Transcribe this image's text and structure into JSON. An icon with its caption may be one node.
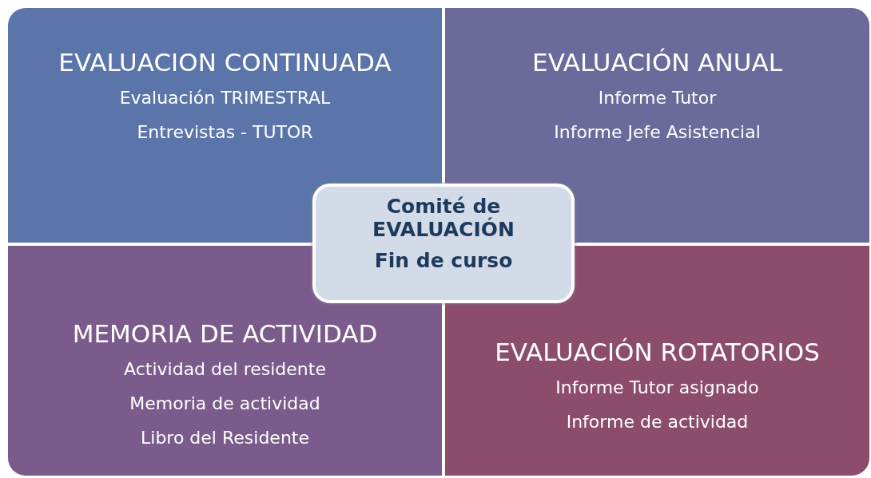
{
  "diagram": {
    "nodes": [
      {
        "text": [
          "EVALUACION CONTINUADA",
          "Evaluación TRIMESTRAL",
          "Entrevistas - TUTOR"
        ]
      },
      {
        "text": [
          "EVALUACIÓN ANUAL",
          "Informe Tutor",
          "Informe Jefe Asistencial"
        ]
      },
      {
        "text": [
          "MEMORIA DE ACTIVIDAD",
          "Actividad del residente",
          "Memoria de actividad",
          "Libro del Residente"
        ]
      },
      {
        "text": [
          "EVALUACIÓN ROTATORIOS",
          "Informe Tutor asignado",
          "Informe de actividad"
        ]
      },
      {
        "text": [
          "Comité de EVALUACIÓN",
          "Fin de curso"
        ]
      }
    ],
    "edges": []
  }
}
